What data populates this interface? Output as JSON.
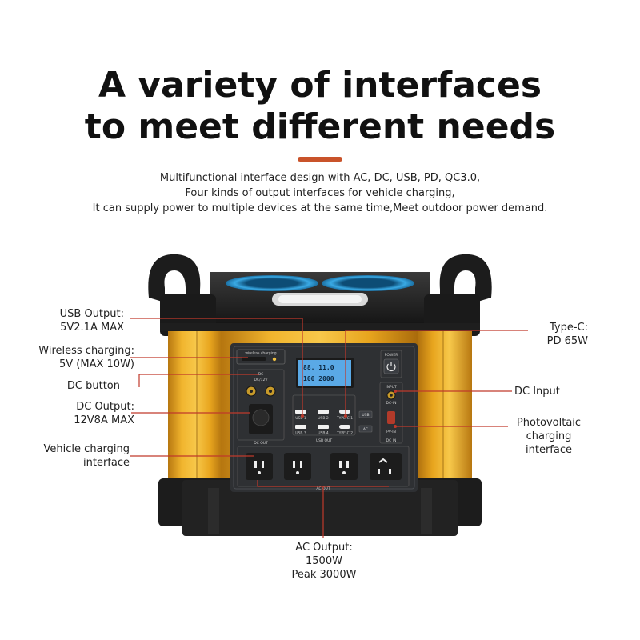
{
  "headline": {
    "line1": "A variety of interfaces",
    "line2": "to meet different needs"
  },
  "subtitle": {
    "line1": "Multifunctional interface design with AC, DC, USB, PD, QC3.0,",
    "line2": "Four kinds of output interfaces for vehicle charging,",
    "line3": "It can supply power to multiple devices at the same time,Meet outdoor power demand."
  },
  "callouts": {
    "usb_output": {
      "line1": "USB Output:",
      "line2": "5V2.1A MAX"
    },
    "wireless": {
      "line1": "Wireless charging:",
      "line2": "5V (MAX  10W)"
    },
    "dc_button": {
      "line1": "DC button"
    },
    "dc_output": {
      "line1": "DC Output:",
      "line2": "12V8A MAX"
    },
    "vehicle": {
      "line1": "Vehicle charging",
      "line2": "interface"
    },
    "type_c": {
      "line1": "Type-C:",
      "line2": "PD 65W"
    },
    "dc_input": {
      "line1": "DC Input"
    },
    "photovoltaic": {
      "line1": "Photovoltaic",
      "line2": "charging",
      "line3": "interface"
    },
    "ac_output": {
      "line1": "AC Output:",
      "line2": "1500W",
      "line3": "Peak 3000W"
    }
  },
  "panel_labels": {
    "wireless": "wireless charging",
    "dc": "DC",
    "dc12v": "DC/12V",
    "dc_out": "DC OUT",
    "usb1": "USB 1",
    "usb2": "USB 2",
    "usb3": "USB 3",
    "usb4": "USB 4",
    "typec1": "TYPE-C 1",
    "typec2": "TYPE-C 2",
    "usb_btn": "USB",
    "ac_btn": "AC",
    "usb_out": "USB OUT",
    "power": "POWER",
    "input": "INPUT",
    "dc_in_top": "DC-IN",
    "pv_in": "PV-IN",
    "dc_in_bottom": "DC IN",
    "ac_out": "AC OUT",
    "lcd_top": "88.  11.0",
    "lcd_bottom": "100  2000"
  },
  "colors": {
    "accent": "#c9532a",
    "callout_line": "#c0392b",
    "body_orange": "#e3a21a",
    "body_black": "#1e1e1e",
    "panel_gray": "#2e3033",
    "lcd_blue": "#5aa9e6",
    "led_blue": "#38a7e0"
  },
  "icons": {
    "power_button": "power-icon"
  }
}
